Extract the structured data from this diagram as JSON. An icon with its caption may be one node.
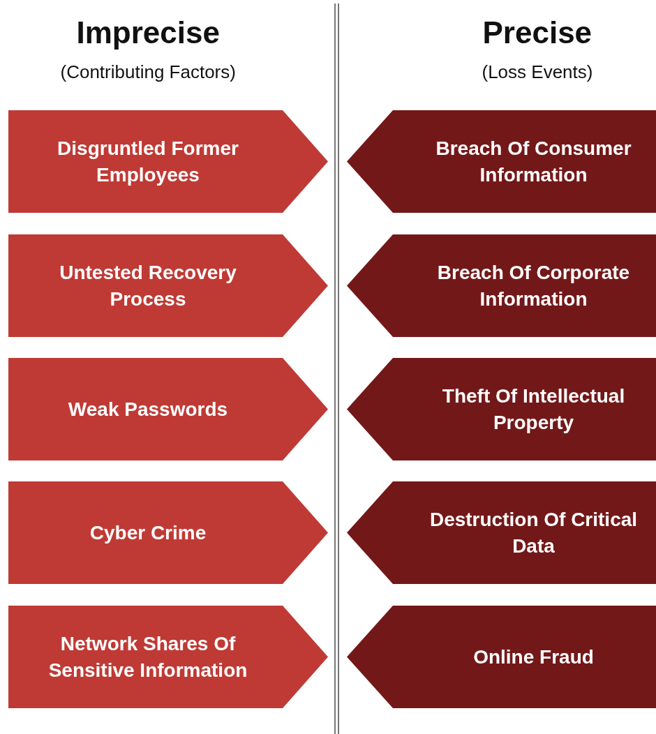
{
  "diagram": {
    "nodes": [
      {
        "text": [
          "Disgruntled Former Employees"
        ]
      },
      {
        "text": [
          "Breach Of Consumer Information"
        ]
      },
      {
        "text": [
          "Untested Recovery Process"
        ]
      },
      {
        "text": [
          "Breach Of Corporate Information"
        ]
      },
      {
        "text": [
          "Weak Passwords"
        ]
      },
      {
        "text": [
          "Theft Of Intellectual Property"
        ]
      },
      {
        "text": [
          "Cyber Crime"
        ]
      },
      {
        "text": [
          "Destruction Of Critical Data"
        ]
      },
      {
        "text": [
          "Network Shares Of Sensitive Information"
        ]
      },
      {
        "text": [
          "Online Fraud"
        ]
      }
    ],
    "labels": [
      "Imprecise",
      "(Contributing Factors)",
      "Precise",
      "(Loss Events)"
    ]
  }
}
